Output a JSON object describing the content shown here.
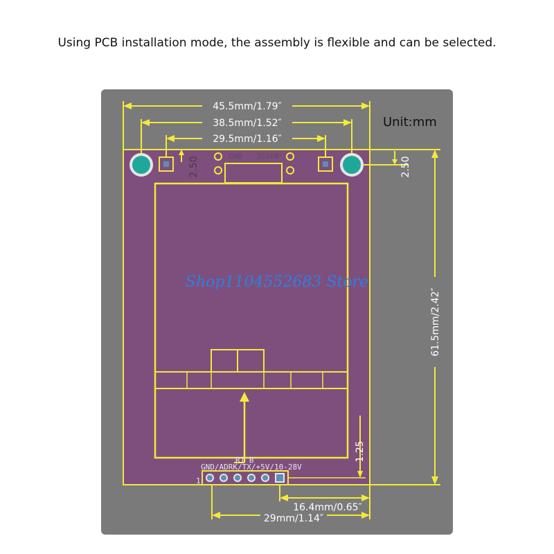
{
  "caption": "Using PCB installation mode, the assembly is flexible and can be selected.",
  "unit_label": "Unit:mm",
  "dimensions": {
    "width_outer": "45.5mm/1.79″",
    "width_holes": "38.5mm/1.52″",
    "width_pads": "29.5mm/1.16″",
    "height": "61.5mm/2.42″",
    "hole_offset_left": "2.50",
    "hole_offset_right": "2.50",
    "header_offset_bottom": "1.25",
    "header_offset_right": "16.4mm/0.65″",
    "header_width": "29mm/1.14″"
  },
  "silkscreen": {
    "top_left_label": "GND",
    "top_right_label": "3S1ON",
    "header_pins": "GND/ADRK/TX/+5V/10-28V",
    "header_tag": "R1 B",
    "header_pin1": "1"
  },
  "watermark": "Shop1104552683 Store",
  "colors": {
    "board": "#7e4f7d",
    "dimension_line": "#f2ea3c",
    "mount_hole": "#1fa89a",
    "panel": "#7a7a7a"
  }
}
